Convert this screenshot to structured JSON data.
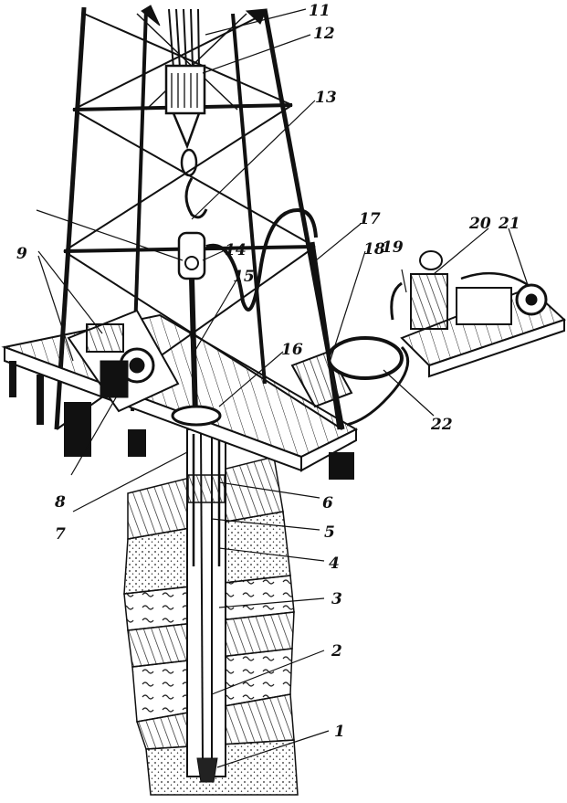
{
  "figure": {
    "labels": {
      "l1": "1",
      "l2": "2",
      "l3": "3",
      "l4": "4",
      "l5": "5",
      "l6": "6",
      "l7": "7",
      "l8": "8",
      "l9": "9",
      "l11": "11",
      "l12": "12",
      "l13": "13",
      "l14": "14",
      "l15": "15",
      "l16": "16",
      "l17": "17",
      "l18": "18",
      "l19": "19",
      "l20": "20",
      "l21": "21",
      "l22": "22"
    }
  }
}
